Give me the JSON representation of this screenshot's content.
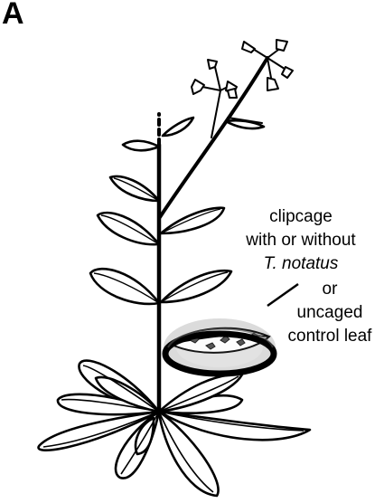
{
  "panel": {
    "letter": "A"
  },
  "annotation": {
    "line1": "clipcage",
    "line2": "with or without",
    "line3": "T. notatus",
    "line4": "or",
    "line5": "uncaged",
    "line6": "control leaf"
  },
  "colors": {
    "ink": "#000000",
    "leaf_fill": "#ffffff",
    "cage_glass": "#9a9a9a"
  }
}
